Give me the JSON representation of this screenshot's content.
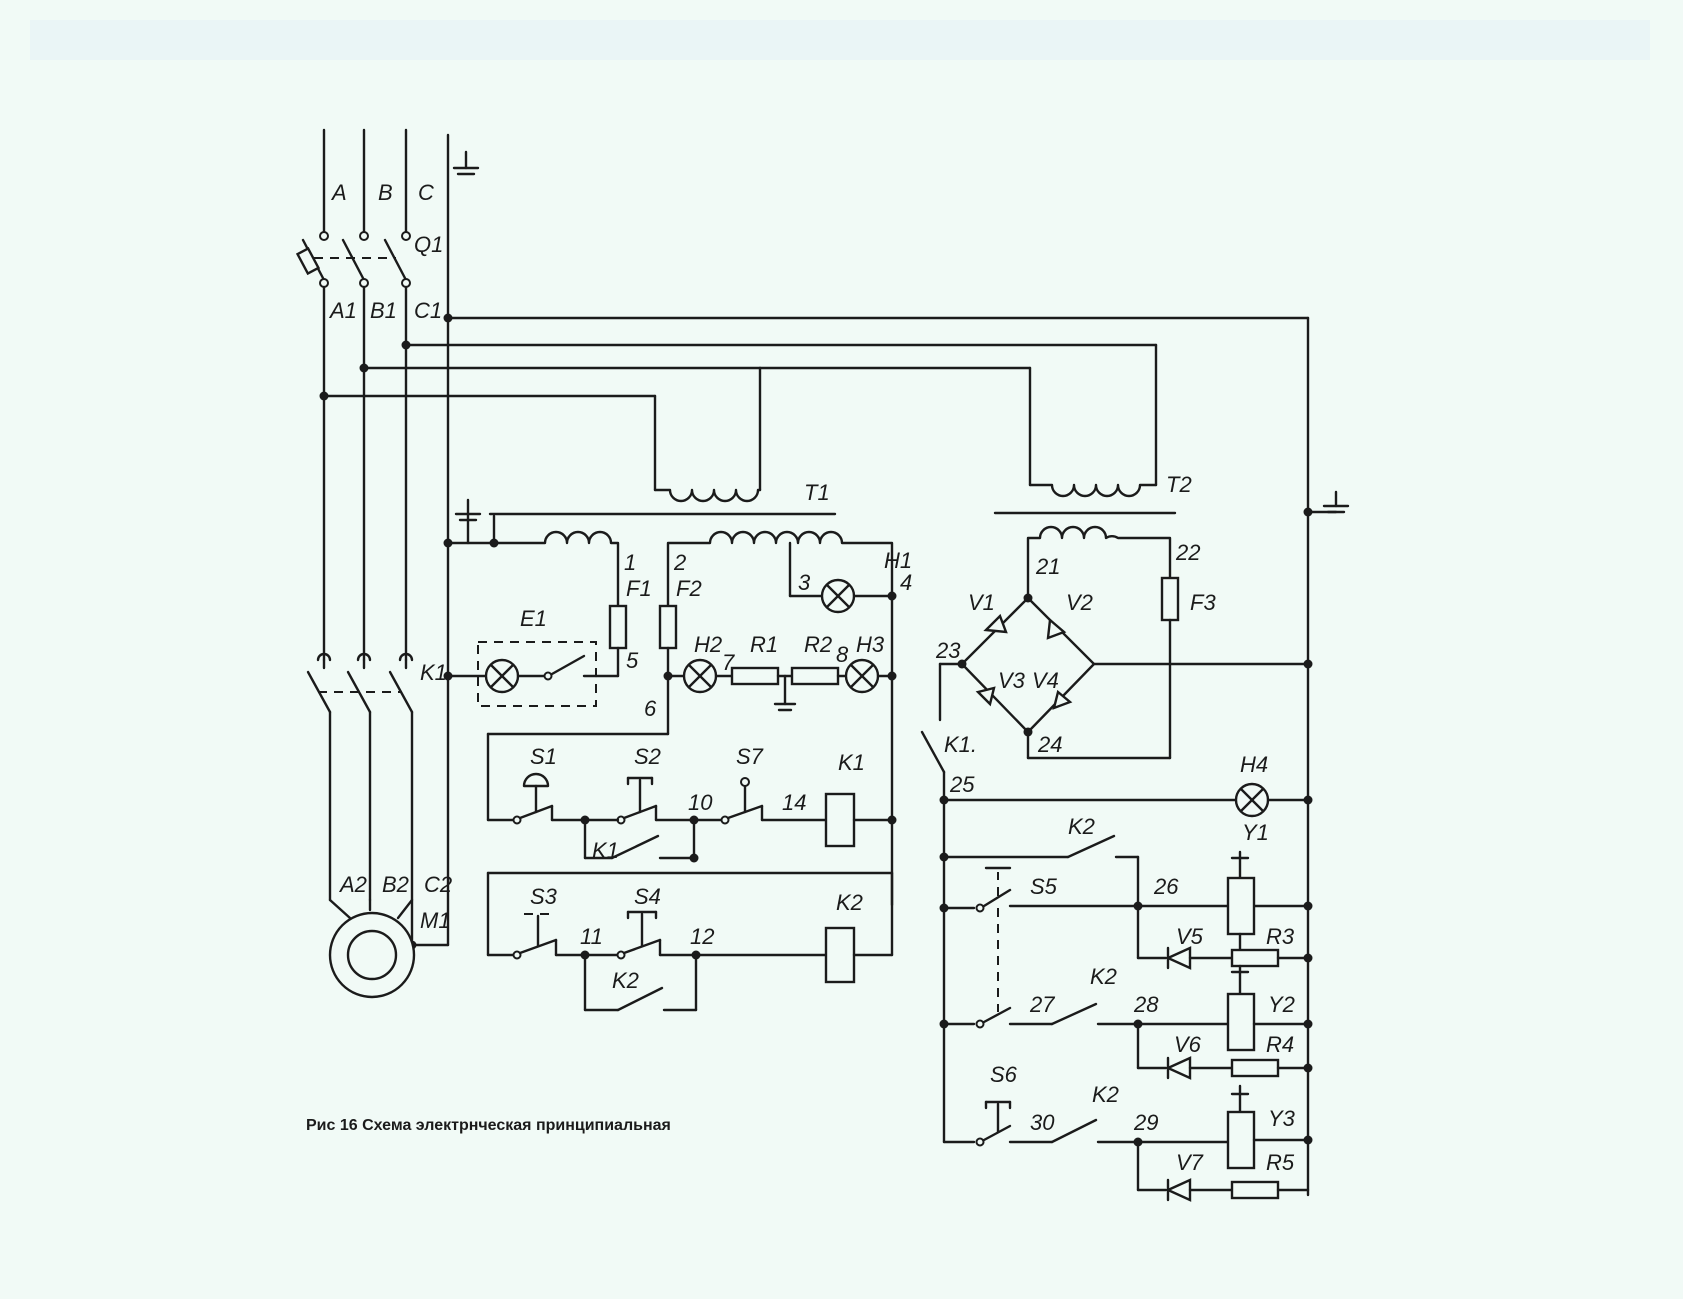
{
  "figure": {
    "caption": "Рис  16  Схема электрнческая принципиальная"
  },
  "labels": {
    "phase_a": "A",
    "phase_b": "B",
    "phase_c": "C",
    "q1": "Q1",
    "a1": "A1",
    "b1": "B1",
    "c1": "C1",
    "t1": "T1",
    "t2": "T2",
    "n1": "1",
    "n2": "2",
    "n3": "3",
    "n4": "4",
    "n5": "5",
    "n6": "6",
    "n7": "7",
    "n8": "8",
    "n10": "10",
    "n11": "11",
    "n12": "12",
    "n14": "14",
    "n21": "21",
    "n22": "22",
    "n23": "23",
    "n24": "24",
    "n25": "25",
    "n26": "26",
    "n27": "27",
    "n28": "28",
    "n29": "29",
    "n30": "30",
    "f1": "F1",
    "f2": "F2",
    "f3": "F3",
    "e1": "E1",
    "h1": "H1",
    "h2": "H2",
    "h3": "H3",
    "h4": "H4",
    "r1": "R1",
    "r2": "R2",
    "r3": "R3",
    "r4": "R4",
    "r5": "R5",
    "k1_main": "K1",
    "k1_coil": "K1",
    "k1_aux": "K1",
    "k1_contact": "K1.",
    "k2_coil": "K2",
    "k2_aux": "K2",
    "k2_a": "K2",
    "k2_b": "K2",
    "k2_c": "K2",
    "s1": "S1",
    "s2": "S2",
    "s3": "S3",
    "s4": "S4",
    "s5": "S5",
    "s6": "S6",
    "s7": "S7",
    "v1": "V1",
    "v2": "V2",
    "v3": "V3",
    "v4": "V4",
    "v5": "V5",
    "v6": "V6",
    "v7": "V7",
    "y1": "Y1",
    "y2": "Y2",
    "y3": "Y3",
    "a2": "A2",
    "b2": "B2",
    "c2": "C2",
    "m1": "M1"
  }
}
